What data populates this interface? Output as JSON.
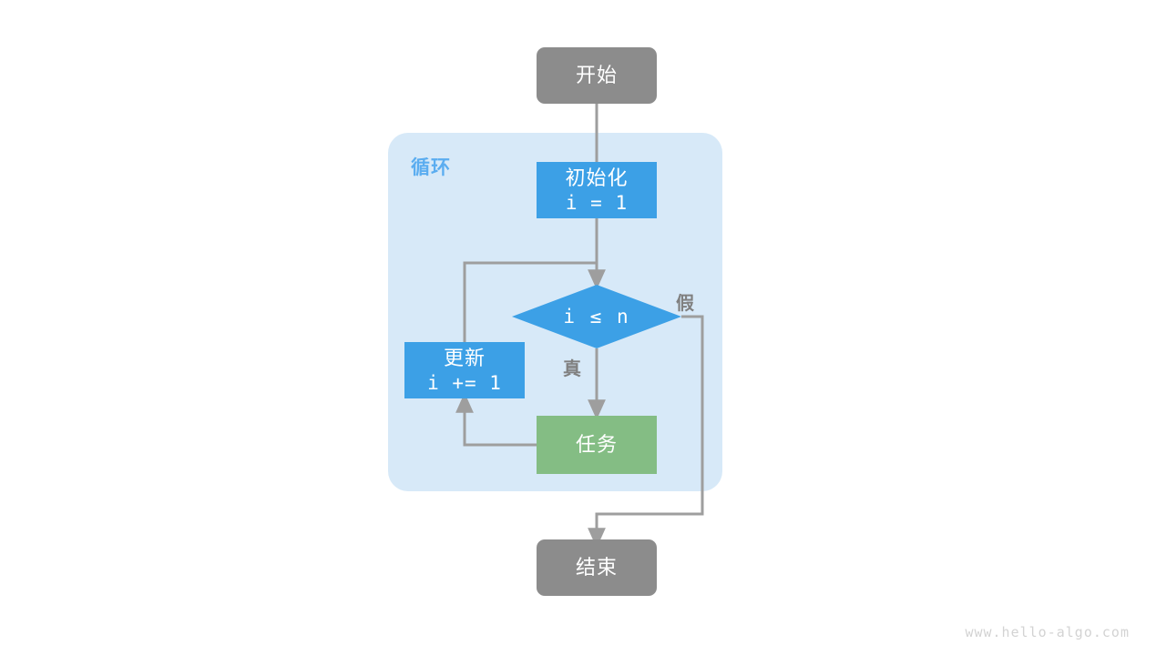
{
  "diagram": {
    "title_watermark": "www.hello-algo.com",
    "group": {
      "label": "循环",
      "color": "#d7e9f8",
      "label_color": "#5badf0"
    },
    "colors": {
      "terminal": "#8c8c8c",
      "process": "#3ca0e6",
      "task": "#84bd84",
      "connector": "#9e9e9e",
      "group_fill": "#d7e9f8",
      "group_label": "#5badf0",
      "edge_label": "#808080",
      "watermark": "#d3d3d3",
      "background": "#ffffff"
    },
    "nodes": {
      "start": {
        "label": "开始",
        "shape": "terminal"
      },
      "init": {
        "label": "初始化",
        "code": "i = 1",
        "shape": "process"
      },
      "decision": {
        "label": "i ≤ n",
        "shape": "diamond"
      },
      "update": {
        "label": "更新",
        "code": "i += 1",
        "shape": "process"
      },
      "task": {
        "label": "任务",
        "shape": "process-green"
      },
      "end": {
        "label": "结束",
        "shape": "terminal"
      }
    },
    "edge_labels": {
      "true_branch": "真",
      "false_branch": "假"
    }
  }
}
